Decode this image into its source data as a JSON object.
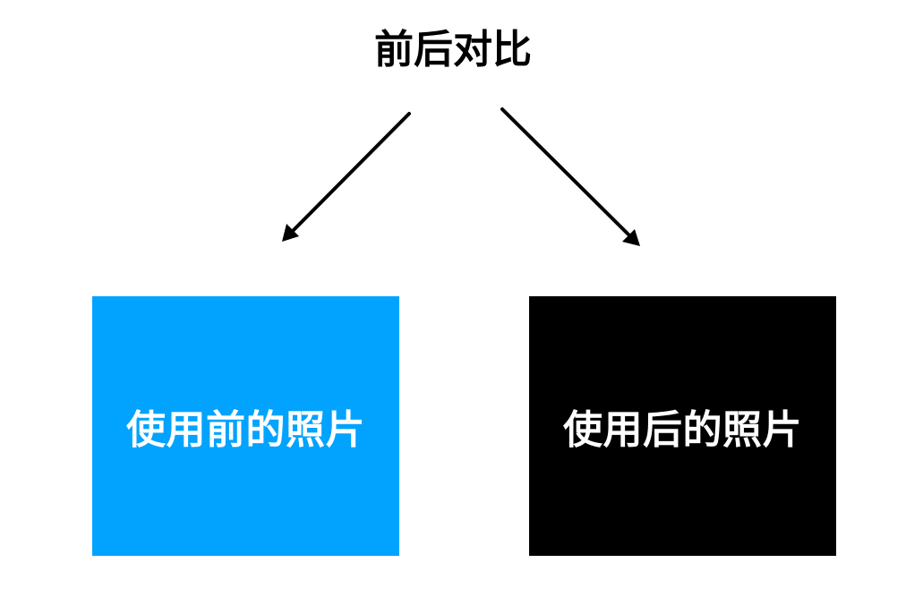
{
  "title": "前后对比",
  "boxes": [
    {
      "label": "使用前的照片",
      "color": "#02a3fe"
    },
    {
      "label": "使用后的照片",
      "color": "#000000"
    }
  ],
  "arrow_color": "#000000"
}
